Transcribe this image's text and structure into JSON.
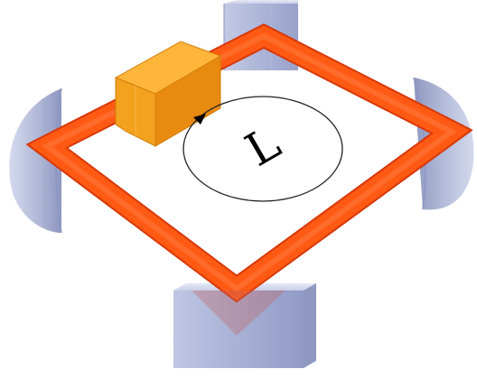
{
  "diagram": {
    "loop_label": "L",
    "colors": {
      "beam": "#ff5a14",
      "beam_edge": "#d83808",
      "modulator_front": "#f2a21e",
      "modulator_top": "#ffb43a",
      "modulator_side": "#e88a10",
      "mirror_fill": "#a9b2d4",
      "mirror_dark": "#7c86b6",
      "background": "#ffffff"
    },
    "components": [
      {
        "id": "mirror-top",
        "kind": "flat-mirror"
      },
      {
        "id": "mirror-left",
        "kind": "curved-mirror"
      },
      {
        "id": "mirror-right",
        "kind": "curved-mirror"
      },
      {
        "id": "mirror-bottom",
        "kind": "flat-mirror"
      },
      {
        "id": "modulator",
        "kind": "box"
      },
      {
        "id": "beam-loop",
        "kind": "ring-beam"
      },
      {
        "id": "area-ellipse",
        "kind": "circulation-loop"
      }
    ]
  }
}
